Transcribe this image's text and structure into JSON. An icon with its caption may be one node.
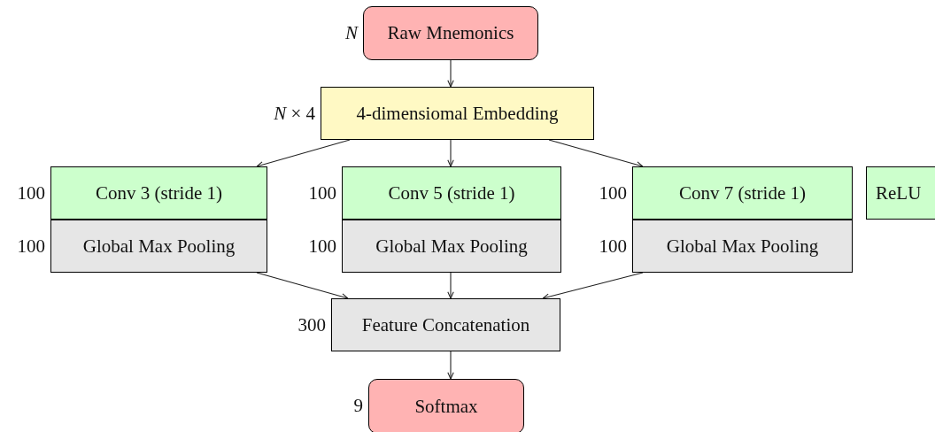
{
  "diagram": {
    "nodes": [
      {
        "text": [
          "Raw Mnemonics"
        ],
        "beside": [
          "*N*"
        ]
      },
      {
        "text": [
          "4-dimensiomal Embedding"
        ],
        "beside": [
          "*N* × 4"
        ]
      },
      {
        "text": [
          "Conv 3 (stride 1)"
        ],
        "beside": [
          "100"
        ]
      },
      {
        "text": [
          "Global Max Pooling"
        ],
        "beside": [
          "100"
        ]
      },
      {
        "text": [
          "Conv 5 (stride 1)"
        ],
        "beside": [
          "100"
        ]
      },
      {
        "text": [
          "Global Max Pooling"
        ],
        "beside": [
          "100"
        ]
      },
      {
        "text": [
          "Conv 7 (stride 1)"
        ],
        "beside": [
          "100"
        ]
      },
      {
        "text": [
          "Global Max Pooling"
        ],
        "beside": [
          "100"
        ]
      },
      {
        "text": [
          "ReLU"
        ]
      },
      {
        "text": [
          "Feature Concatenation"
        ],
        "beside": [
          "300"
        ]
      },
      {
        "text": [
          "Softmax"
        ],
        "beside": [
          "9"
        ]
      }
    ],
    "edges": [
      {
        "from": 0,
        "to": 1,
        "arrow": "to"
      },
      {
        "from": 1,
        "to": 2,
        "arrow": "to"
      },
      {
        "from": 1,
        "to": 4,
        "arrow": "to"
      },
      {
        "from": 1,
        "to": 6,
        "arrow": "to"
      },
      {
        "from": 3,
        "to": 9,
        "arrow": "to"
      },
      {
        "from": 5,
        "to": 9,
        "arrow": "to"
      },
      {
        "from": 7,
        "to": 9,
        "arrow": "to"
      },
      {
        "from": 9,
        "to": 10,
        "arrow": "to"
      }
    ]
  }
}
